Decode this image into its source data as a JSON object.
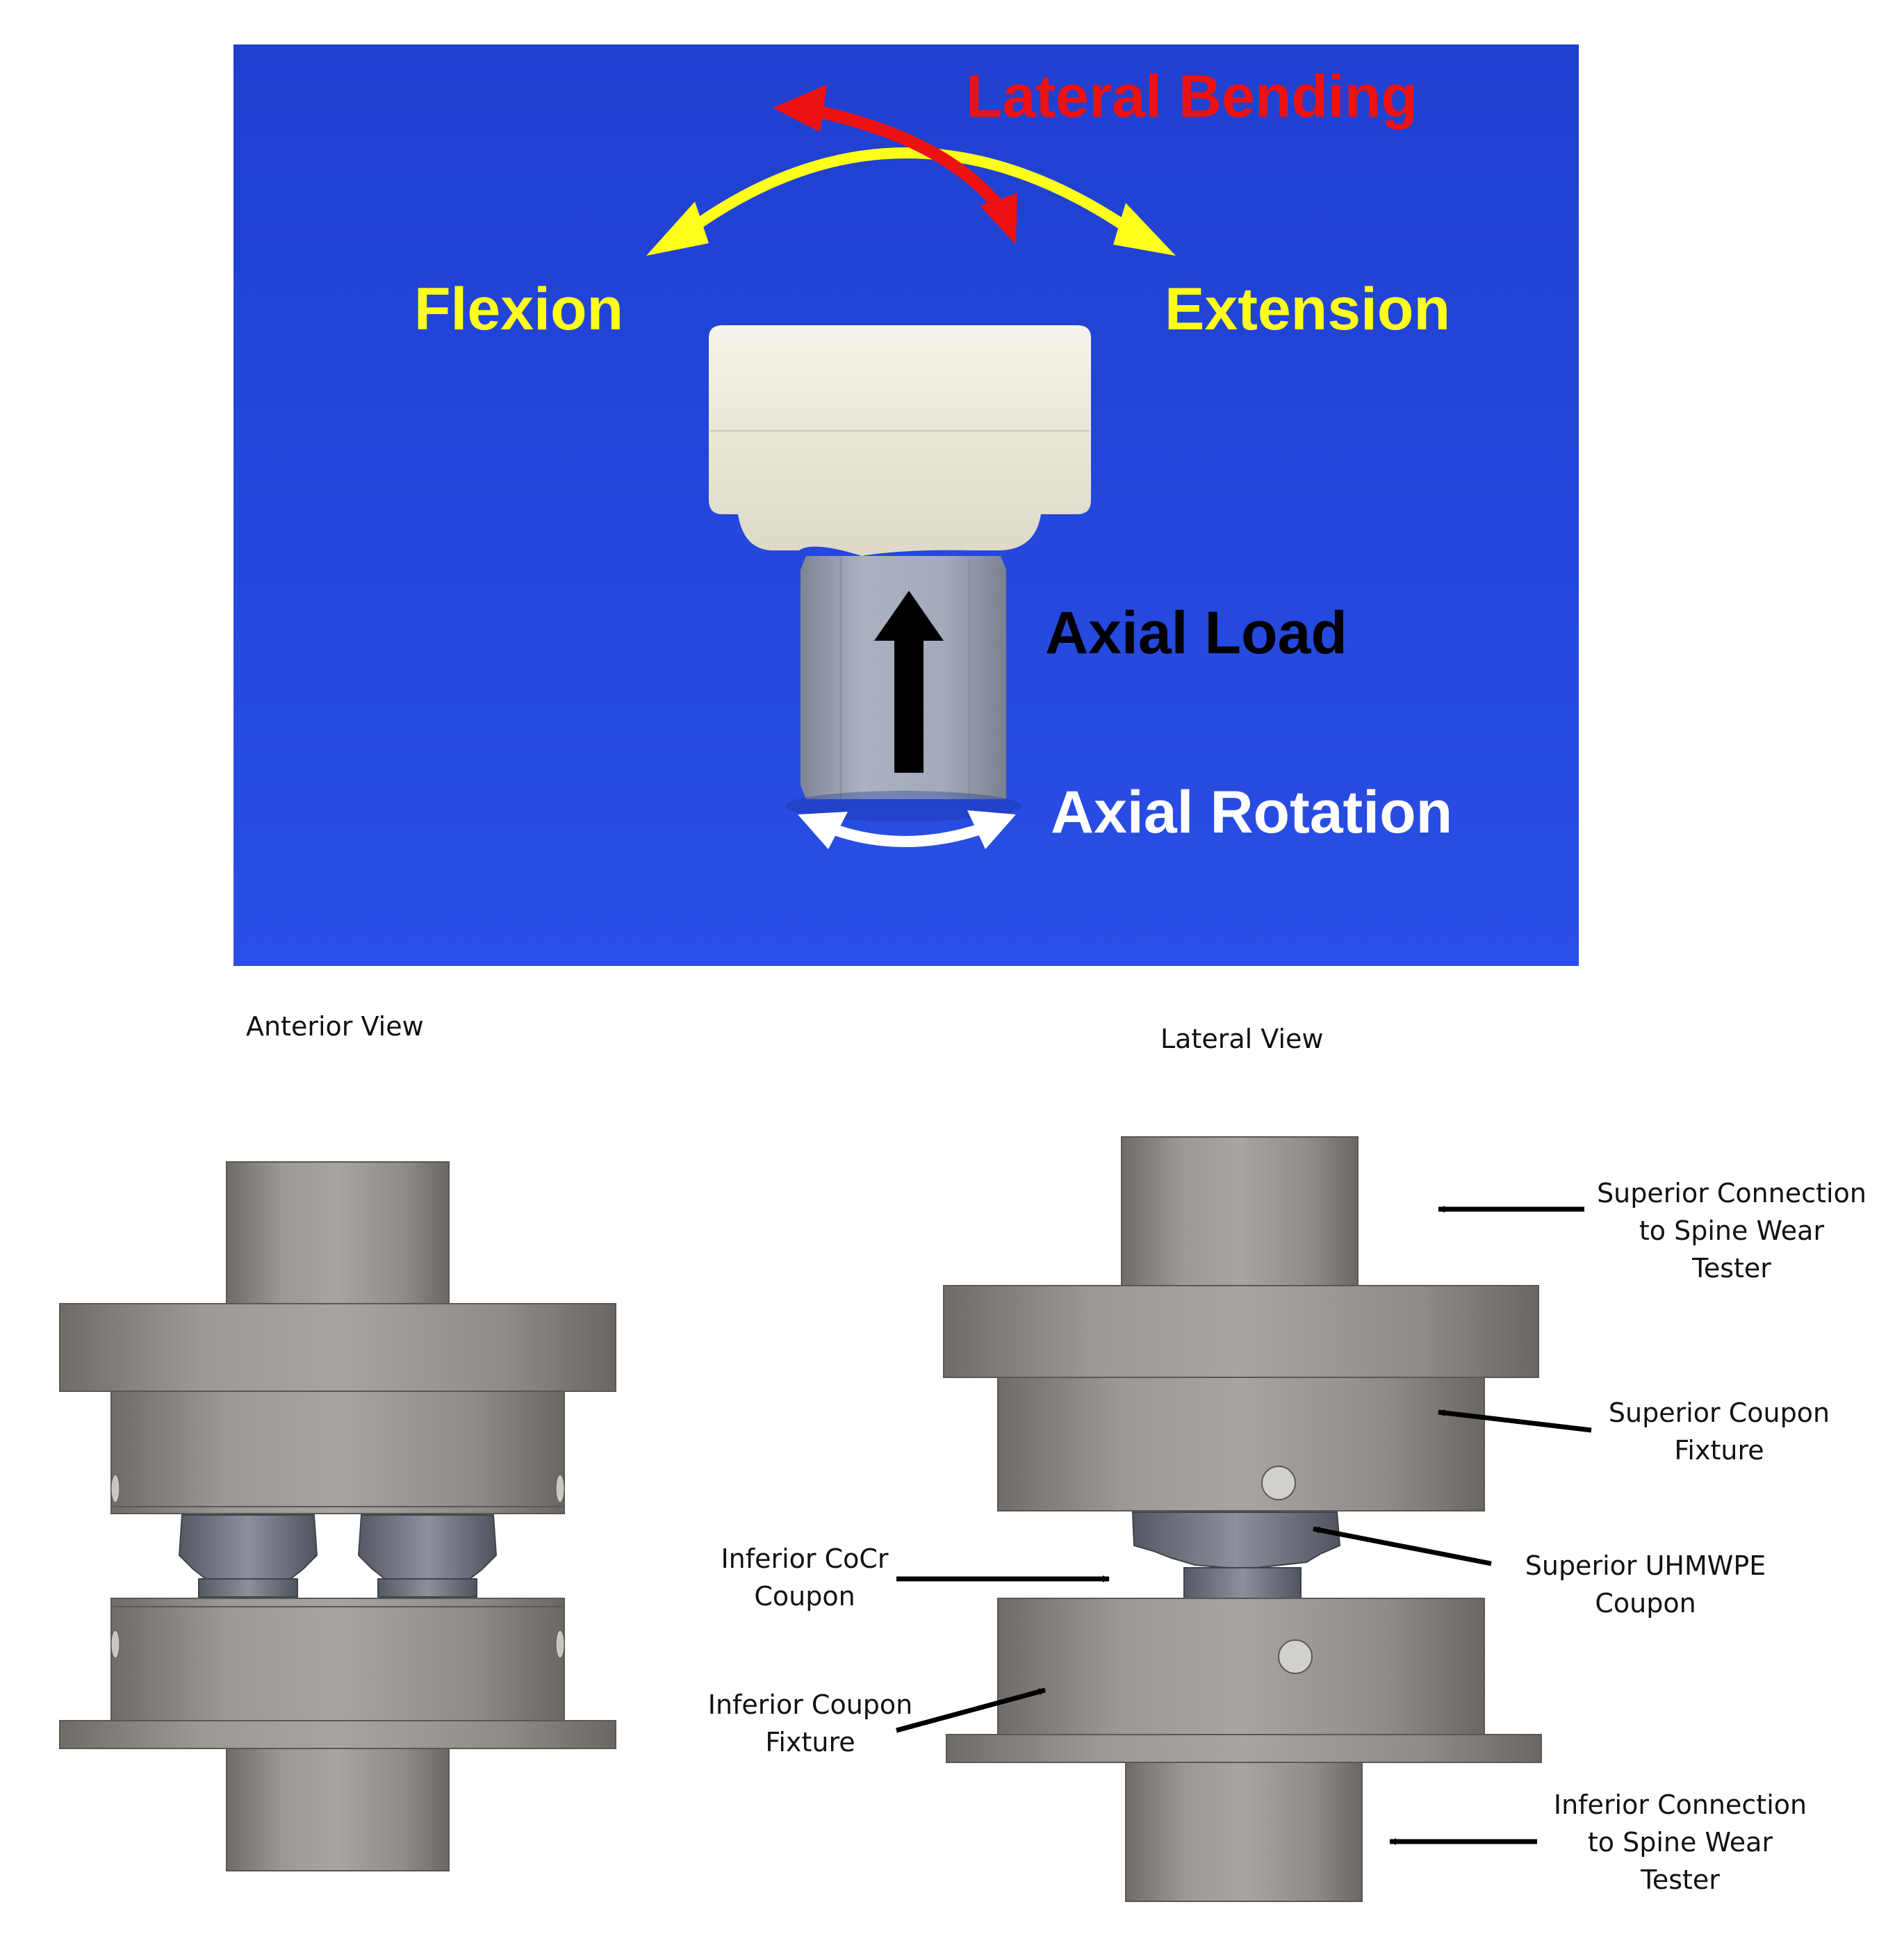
{
  "photo": {
    "labels": {
      "lateral_bending": "Lateral Bending",
      "flexion": "Flexion",
      "extension": "Extension",
      "axial_load": "Axial Load",
      "axial_rotation": "Axial Rotation"
    },
    "colors": {
      "background": "#2346d8",
      "lateral_bending": "#ee1111",
      "flexion_extension": "#ffff1a",
      "axial_load": "#000000",
      "axial_rotation": "#ffffff",
      "uhmwpe_block": "#f2efe0",
      "metal_post": "#9fa6b5"
    }
  },
  "views": {
    "anterior_title": "Anterior View",
    "lateral_title": "Lateral View"
  },
  "callouts": {
    "superior_connection": [
      "Superior Connection",
      "to Spine Wear",
      "Tester"
    ],
    "superior_coupon_fixture": [
      "Superior Coupon",
      "Fixture"
    ],
    "superior_uhmwpe_coupon": [
      "Superior UHMWPE",
      "Coupon"
    ],
    "inferior_cocr_coupon": [
      "Inferior CoCr",
      "Coupon"
    ],
    "inferior_coupon_fixture": [
      "Inferior Coupon",
      "Fixture"
    ],
    "inferior_connection": [
      "Inferior Connection",
      "to Spine Wear",
      "Tester"
    ]
  },
  "colors": {
    "fixture_gray": "#8d8a85",
    "coupon_gray": "#6e7078",
    "leader_line": "#000000"
  }
}
